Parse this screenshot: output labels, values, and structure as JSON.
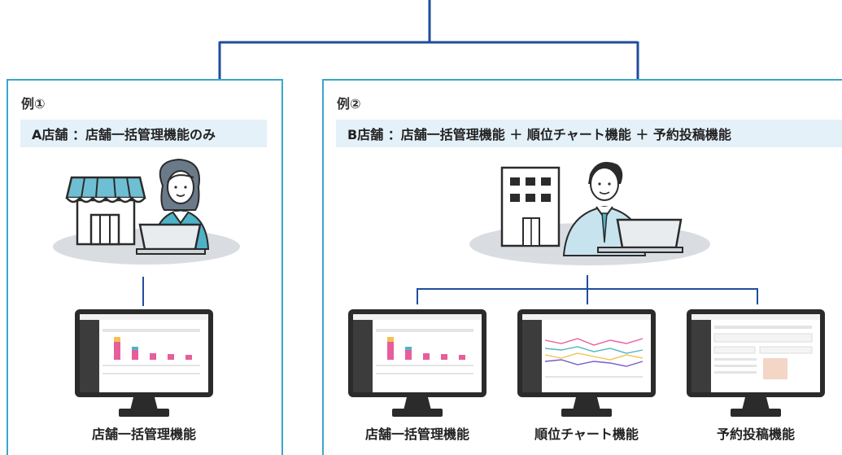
{
  "colors": {
    "tree": "#1f4e9c",
    "panel_border": "#3aa6c9",
    "banner_bg": "#e4f1f8",
    "monitor_frame": "#2b2b2b",
    "shadow": "#d9dde2",
    "accent_teal": "#4fb3c8"
  },
  "example1": {
    "label": "例①",
    "banner": "A店舗 ：店舗一括管理機能のみ",
    "caption": "店舗一括管理機能"
  },
  "example2": {
    "label": "例②",
    "banner": "B店舗 ：店舗一括管理機能 ＋ 順位チャート機能 ＋ 予約投稿機能",
    "captions": [
      "店舗一括管理機能",
      "順位チャート機能",
      "予約投稿機能"
    ]
  },
  "icons": [
    "store-icon",
    "office-building-icon",
    "woman-with-laptop-icon",
    "man-with-laptop-icon",
    "monitor-icon"
  ]
}
